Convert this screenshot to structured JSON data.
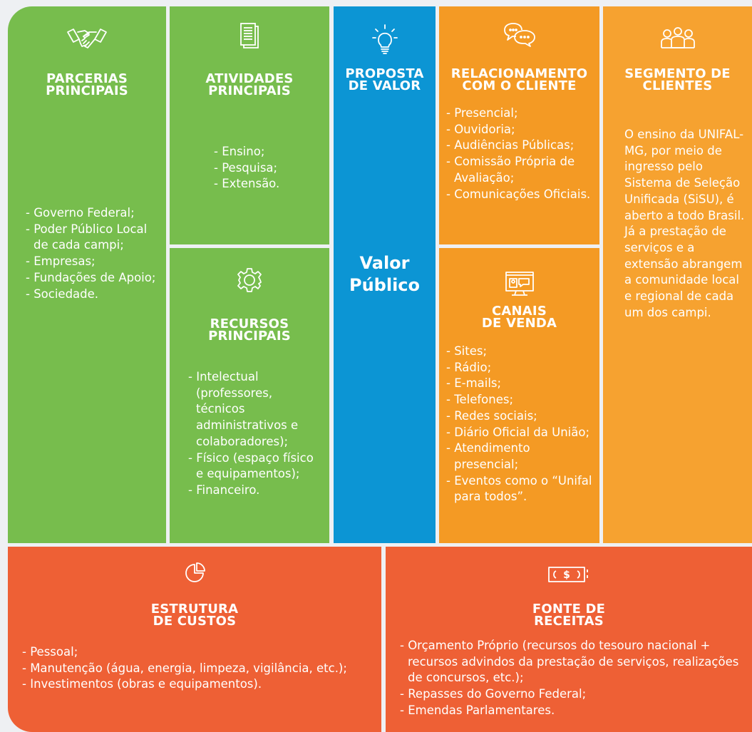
{
  "parcerias": {
    "title": [
      "PARCERIAS",
      "PRINCIPAIS"
    ],
    "icon": "handshake-icon",
    "items": [
      "- Governo Federal;",
      "- Poder Público Local de cada campi;",
      "- Empresas;",
      "- Fundações de Apoio;",
      "- Sociedade."
    ]
  },
  "atividades": {
    "title": [
      "ATIVIDADES",
      "PRINCIPAIS"
    ],
    "icon": "document-icon",
    "items": [
      "- Ensino;",
      "- Pesquisa;",
      "- Extensão."
    ]
  },
  "recursos": {
    "title": [
      "RECURSOS",
      "PRINCIPAIS"
    ],
    "icon": "gear-icon",
    "items": [
      "- Intelectual (professores, técnicos administrativos e colaboradores);",
      "- Físico (espaço físico e equipamentos);",
      "- Financeiro."
    ]
  },
  "proposta": {
    "title": [
      "PROPOSTA",
      "DE VALOR"
    ],
    "icon": "lightbulb-icon",
    "value": [
      "Valor",
      "Público"
    ]
  },
  "relacionamento": {
    "title": [
      "RELACIONAMENTO",
      "COM O CLIENTE"
    ],
    "icon": "chat-bubbles-icon",
    "items": [
      "- Presencial;",
      "- Ouvidoria;",
      "- Audiências Públicas;",
      "- Comissão Própria de Avaliação;",
      "- Comunicações Oficiais."
    ]
  },
  "canais": {
    "title": [
      "CANAIS",
      "DE VENDA"
    ],
    "icon": "computer-chat-icon",
    "items": [
      "- Sites;",
      "- Rádio;",
      "- E-mails;",
      "- Telefones;",
      "- Redes sociais;",
      "- Diário Oficial da União;",
      "- Atendimento presencial;",
      "- Eventos como o “Unifal para todos”."
    ]
  },
  "segmento": {
    "title": [
      "SEGMENTO DE",
      "CLIENTES"
    ],
    "icon": "people-group-icon",
    "text": "O ensino da UNIFAL-MG, por meio de ingresso pelo Sistema de Seleção Unificada (SiSU), é aberto a todo Brasil. Já a prestação de serviços e a extensão abrangem a comunidade local e regional de cada um dos campi."
  },
  "custos": {
    "title": [
      "ESTRUTURA",
      "DE CUSTOS"
    ],
    "icon": "pie-chart-icon",
    "items": [
      "- Pessoal;",
      "- Manutenção (água, energia, limpeza, vigilância, etc.);",
      "- Investimentos (obras e equipamentos)."
    ]
  },
  "receitas": {
    "title": [
      "FONTE DE",
      "RECEITAS"
    ],
    "icon": "money-bill-icon",
    "items": [
      "- Orçamento Próprio (recursos do tesouro nacional + recursos advindos da prestação de serviços, realizações de concursos, etc.);",
      "- Repasses do Governo Federal;",
      "- Emendas Parlamentares."
    ]
  },
  "colors": {
    "green": "#77bd4d",
    "blue": "#0c95d4",
    "orange": "#f49a24",
    "orange_light": "#f6a230",
    "red": "#ee6035"
  }
}
